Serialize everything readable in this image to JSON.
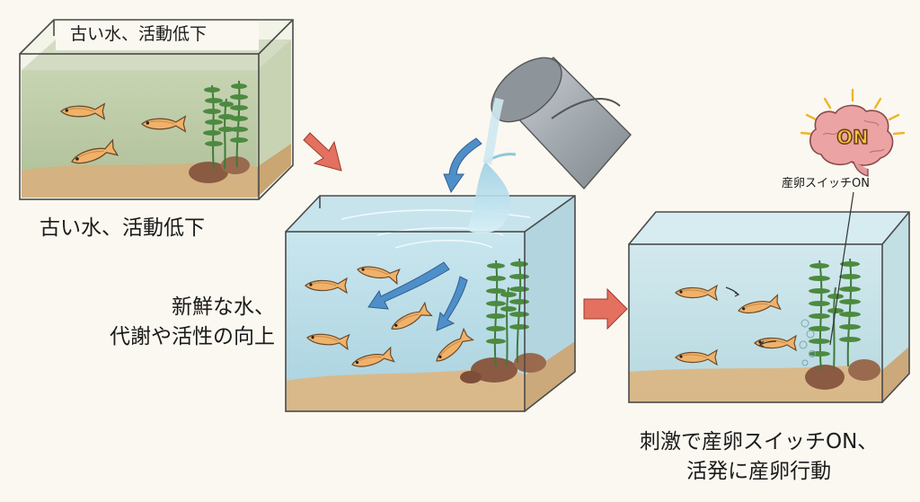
{
  "labels": {
    "old_water_top": "古い水、活動低下",
    "old_water": "古い水、活動低下",
    "fresh_water_line1": "新鮮な水、",
    "fresh_water_line2": "代謝や活性の向上",
    "result_line1": "刺激で産卵スイッチON、",
    "result_line2": "活発に産卵行動",
    "spawning_switch": "産卵スイッチON",
    "brain_badge": "ON"
  },
  "colors": {
    "old_water": "#b9c9a6",
    "fresh_water": "#b8dce8",
    "calm_water": "#c4e0e6",
    "sand": "#d9b98a",
    "arrow_red": "#e4705f",
    "flow_arrow": "#4f8fc9",
    "fish": "#f0b26a",
    "plant": "#3f7a3a",
    "brain": "#e9a0a0",
    "bucket": "#a9b0b6"
  },
  "icons": [
    "brain-icon",
    "bucket-icon",
    "fish-icon",
    "plant-icon",
    "stone-icon",
    "arrow-icon"
  ]
}
